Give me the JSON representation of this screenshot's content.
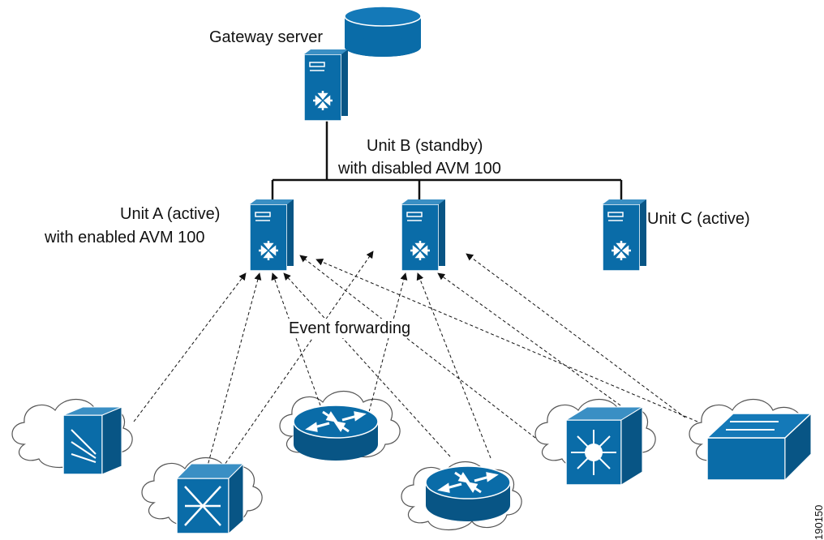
{
  "labels": {
    "gateway": "Gateway server",
    "unit_b_line1": "Unit B (standby)",
    "unit_b_line2": "with disabled AVM 100",
    "unit_a_line1": "Unit A (active)",
    "unit_a_line2": "with enabled AVM 100",
    "unit_c": "Unit C (active)",
    "event_forwarding": "Event forwarding",
    "figure_id": "190150"
  },
  "colors": {
    "device_blue": "#0a6ca8",
    "device_dark": "#085585",
    "line": "#111111",
    "cloud_stroke": "#555555"
  },
  "icons": [
    "database-icon",
    "server-icon",
    "router-icon",
    "switch-icon",
    "layer3-switch-icon",
    "firewall-icon",
    "atm-switch-icon",
    "cloud-icon"
  ]
}
